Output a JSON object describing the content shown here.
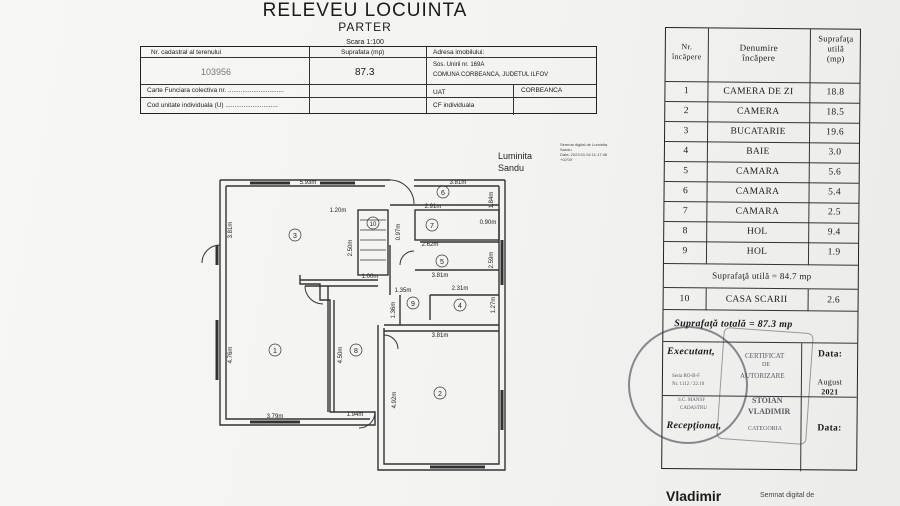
{
  "header": {
    "title": "RELEVEU LOCUINTA",
    "subtitle": "PARTER",
    "scale": "Scara 1:100"
  },
  "cadastral": {
    "h_nr": "Nr. cadastral al terenului",
    "h_surface": "Suprafata (mp)",
    "h_address": "Adresa imobilului:",
    "v_nr": "103956",
    "v_surface": "87.3",
    "address_line1": "Sos. Unirii  nr. 169A",
    "address_line2": "COMUNA CORBEANCA,  JUDETUL ILFOV",
    "cf_collective": "Carte Funciara colectiva nr.   ...............................",
    "uat_label": "UAT",
    "uat_value": "CORBEANCA",
    "unit_code": "Cod unitate individuala     (U) .............................",
    "cf_individual": "CF individuala"
  },
  "signature_top": {
    "name_line1": "Luminita",
    "name_line2": "Sandu",
    "note_line1": "Semnat digital de Luminita",
    "note_line2": "Sandu",
    "note_line3": "Data: 2023.01.04 11:17:46",
    "note_line4": "+02'00'"
  },
  "plan": {
    "rooms": [
      "1",
      "2",
      "3",
      "4",
      "5",
      "6",
      "7",
      "8",
      "9",
      "10"
    ],
    "dims": {
      "d593": "5.93m",
      "d381a": "3.81m",
      "d120": "1.20m",
      "d291": "2.91m",
      "d262": "2.62m",
      "d090": "0.90m",
      "d381b": "3.81m",
      "d135": "1.35m",
      "d231": "2.31m",
      "d381c": "3.81m",
      "d379": "3.79m",
      "d194": "1.94m",
      "d381v": "3.81m",
      "d476": "4.76m",
      "d450": "4.50m",
      "d492": "4.92m",
      "d184": "1.84m",
      "d259": "2.59m",
      "d250": "2.50m",
      "d097": "0.97m",
      "d127": "1.27m",
      "d100": "1.00m",
      "d136": "1.36m"
    }
  },
  "rooms_table": {
    "h_nr": "Nr.",
    "h_nr2": "încăpere",
    "h_name1": "Denumire",
    "h_name2": "încăpere",
    "h_area1": "Suprafaţa",
    "h_area2": "utilă",
    "h_area3": "(mp)",
    "rows": [
      {
        "nr": "1",
        "name": "CAMERA DE ZI",
        "area": "18.8"
      },
      {
        "nr": "2",
        "name": "CAMERA",
        "area": "18.5"
      },
      {
        "nr": "3",
        "name": "BUCATARIE",
        "area": "19.6"
      },
      {
        "nr": "4",
        "name": "BAIE",
        "area": "3.0"
      },
      {
        "nr": "5",
        "name": "CAMARA",
        "area": "5.6"
      },
      {
        "nr": "6",
        "name": "CAMARA",
        "area": "5.4"
      },
      {
        "nr": "7",
        "name": "CAMARA",
        "area": "2.5"
      },
      {
        "nr": "8",
        "name": "HOL",
        "area": "9.4"
      },
      {
        "nr": "9",
        "name": "HOL",
        "area": "1.9"
      }
    ],
    "useful_total": "Suprafaţă utilă = 84.7 mp",
    "extra_row": {
      "nr": "10",
      "name": "CASA SCARII",
      "area": "2.6"
    },
    "grand_total": "Suprafaţă totală = 87.3 mp",
    "executant_label": "Executant,",
    "data_label1": "Data:",
    "data_value1a": "August",
    "data_value1b": "2021",
    "receptionat_label": "Recepţionat,",
    "data_label2": "Data:"
  },
  "stamp": {
    "line1": "CERTIFICAT",
    "line2": "DE",
    "line3": "AUTORIZARE",
    "line4": "STOIAN",
    "line5": "VLADIMIR",
    "line6": "CATEGORIA",
    "inner1": "Seria RO-B-F",
    "inner2": "Nr. 1112 / 22.10",
    "inner3": "S.C. MANSF",
    "inner4": "CADASTRU"
  },
  "signature_bottom": {
    "name": "Vladimir",
    "note": "Semnat digital de"
  }
}
